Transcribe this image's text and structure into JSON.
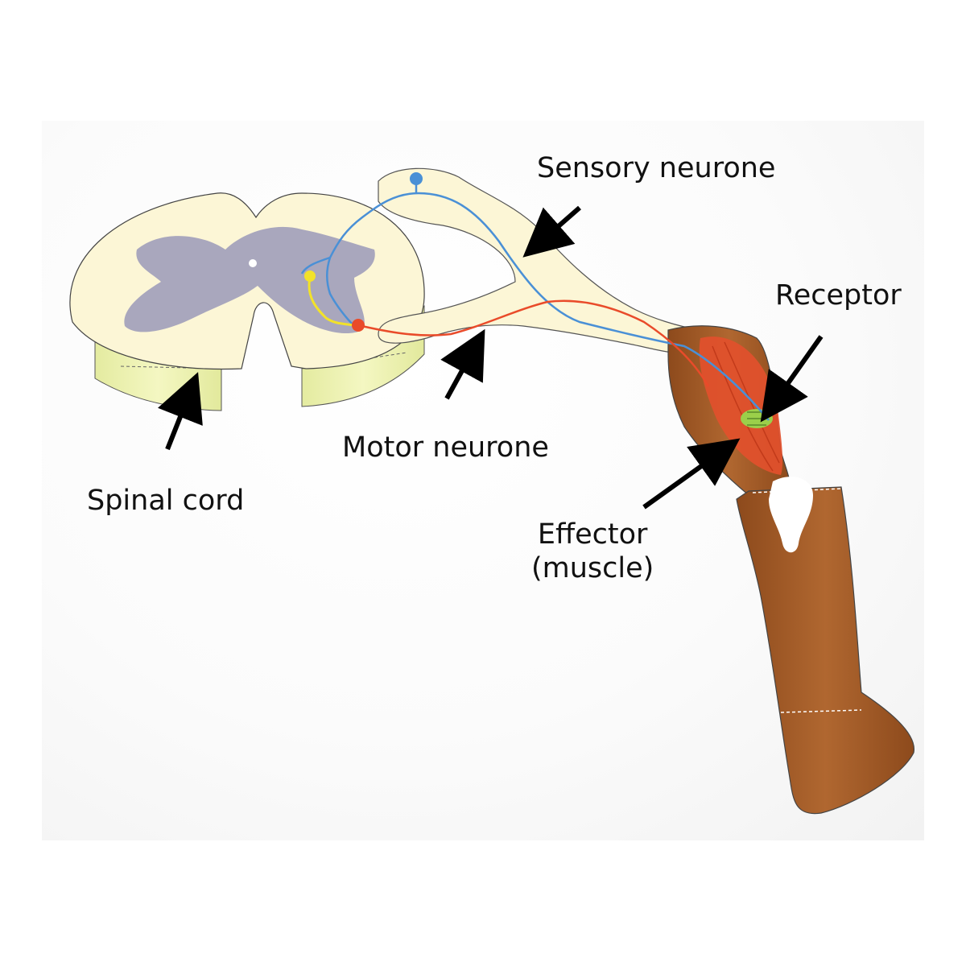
{
  "labels": {
    "sensory_neurone": "Sensory neurone",
    "receptor": "Receptor",
    "motor_neurone": "Motor neurone",
    "spinal_cord": "Spinal cord",
    "effector_line1": "Effector",
    "effector_line2": "(muscle)"
  },
  "colors": {
    "cord_white_matter": "#fcf6d6",
    "cord_side": "#eef3ad",
    "grey_matter": "#a9a7bd",
    "sensory": "#4a90d6",
    "motor": "#e94b2a",
    "relay": "#f2e22a",
    "receptor": "#9bd04a",
    "leg": "#a45a26",
    "muscle": "#e2502c",
    "joint": "#ffffff"
  }
}
